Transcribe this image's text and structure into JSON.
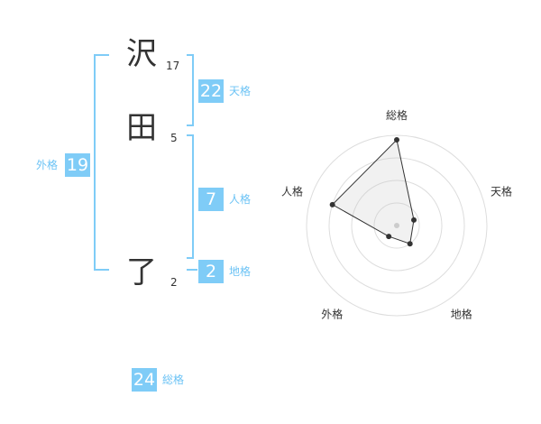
{
  "name": {
    "chars": [
      {
        "char": "沢",
        "strokes": "17"
      },
      {
        "char": "田",
        "strokes": "5"
      },
      {
        "char": "了",
        "strokes": "2"
      }
    ]
  },
  "fortunes": {
    "tenkaku": {
      "value": "22",
      "label": "天格"
    },
    "jinkaku": {
      "value": "7",
      "label": "人格"
    },
    "chikaku": {
      "value": "2",
      "label": "地格"
    },
    "gaikaku": {
      "value": "19",
      "label": "外格"
    },
    "soukaku": {
      "value": "24",
      "label": "総格"
    }
  },
  "colors": {
    "accent": "#7fccf7",
    "accent_text": "#6cc3f5",
    "text": "#333333"
  },
  "chart_data": {
    "type": "radar",
    "axes": [
      "総格",
      "天格",
      "地格",
      "外格",
      "人格"
    ],
    "values": [
      0.95,
      0.2,
      0.25,
      0.15,
      0.75
    ],
    "rlim": [
      0,
      1
    ],
    "rings": 4
  }
}
